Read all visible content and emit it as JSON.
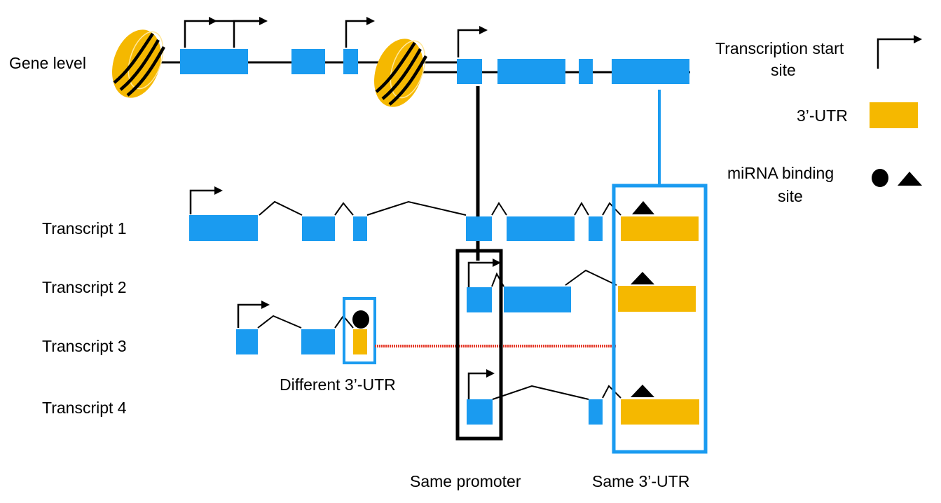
{
  "labels": {
    "gene_level": "Gene level",
    "transcripts": [
      "Transcript 1",
      "Transcript 2",
      "Transcript 3",
      "Transcript 4"
    ],
    "different_utr": "Different 3’-UTR",
    "same_promoter": "Same promoter",
    "same_utr": "Same 3’-UTR"
  },
  "legend": {
    "tss_line1": "Transcription start",
    "tss_line2": "site",
    "utr": "3’-UTR",
    "mirna_line1": "miRNA binding",
    "mirna_line2": "site"
  },
  "colors": {
    "exon": "#1a9bf0",
    "utr": "#f5b800",
    "box_blue": "#1a9bf0",
    "box_black": "#000000",
    "deleted_region": "#e53a2a",
    "nucleosome": "#f5b800"
  }
}
